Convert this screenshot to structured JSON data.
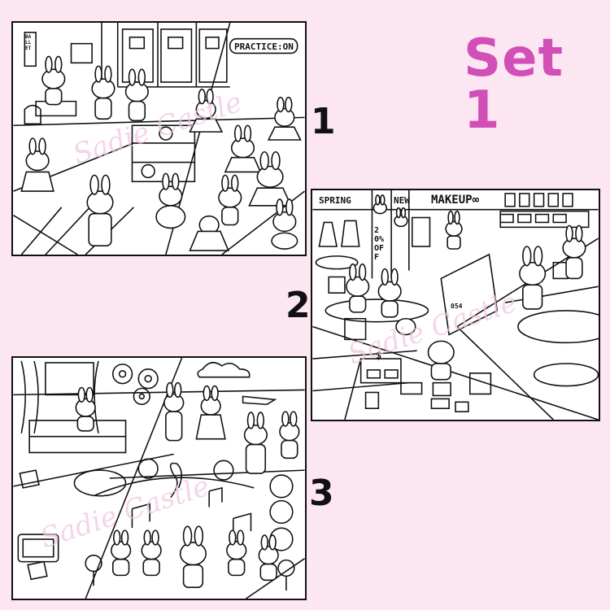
{
  "set_title": "Set 1",
  "page_numbers": [
    "1",
    "2",
    "3"
  ],
  "scene1": {
    "sign": "PRACTICE:ON",
    "poster": "BALLET"
  },
  "scene2": {
    "spring": "SPRING",
    "new": "NEW",
    "makeup": "MAKEUP∞",
    "sale": "20%OFF",
    "price_sign": "$",
    "tag": "054"
  },
  "watermark": "Sadie Castle",
  "colors": {
    "background": "#fbe6f2",
    "title": "#d24fb8",
    "line": "#111111"
  }
}
